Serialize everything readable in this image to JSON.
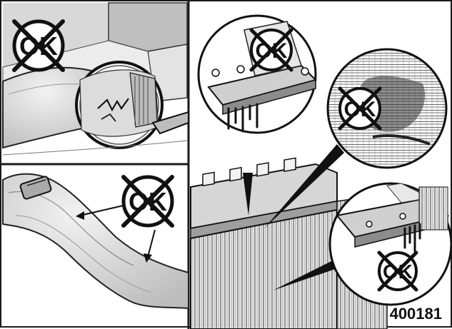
{
  "figure": {
    "number": "400181",
    "prohibited_mark_text": "OK"
  },
  "panels": [
    {
      "id": "hose-clamp-crack",
      "mark": "no-ok-symbol"
    },
    {
      "id": "swollen-hose",
      "mark": "no-ok-symbol"
    },
    {
      "id": "radiator-leaks",
      "mark": "no-ok-symbol"
    }
  ],
  "colors": {
    "ink": "#1a1a1a",
    "background": "#ffffff",
    "shade": "#cfcfcf"
  }
}
